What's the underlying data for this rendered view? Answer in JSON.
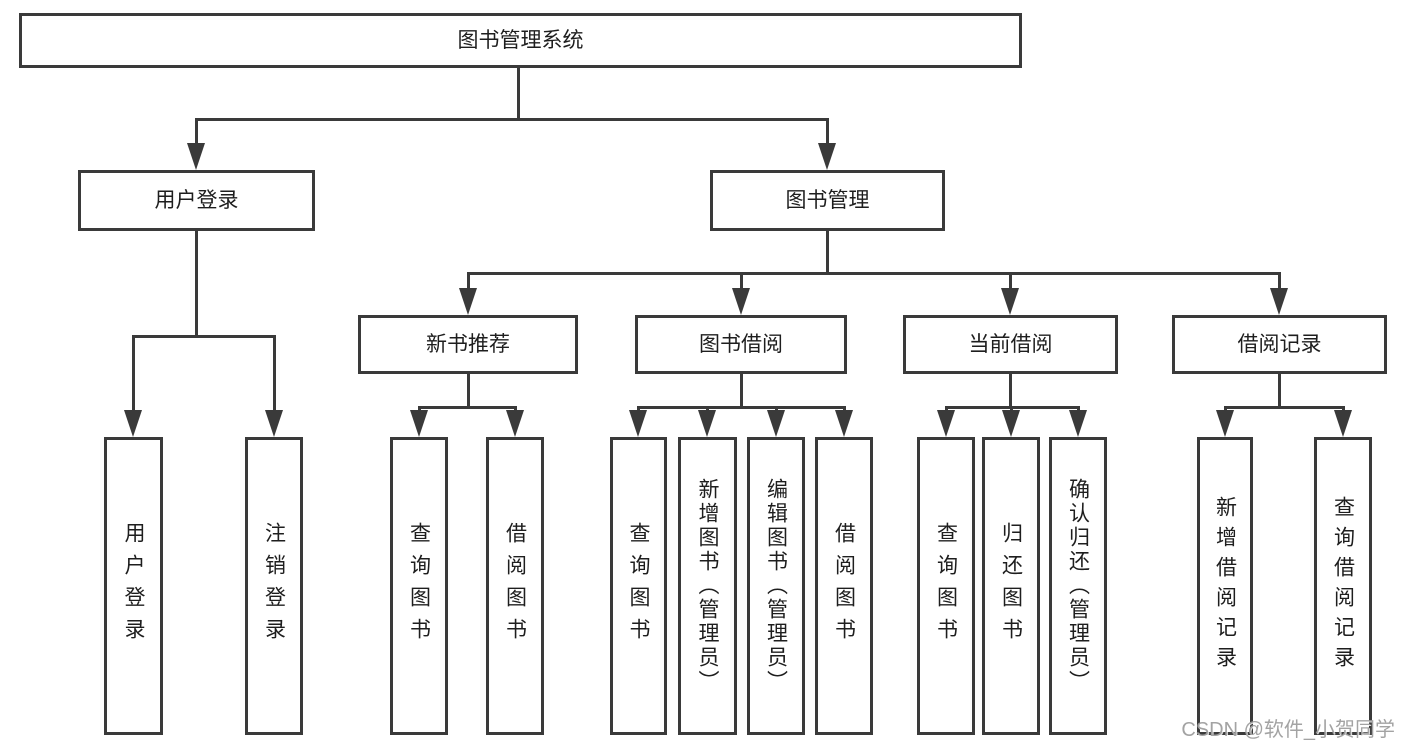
{
  "colors": {
    "line": "#3a3a3a",
    "text": "#1e1e1e",
    "watermark": "#9e9e9e",
    "background": "#ffffff"
  },
  "watermark": "CSDN @软件_小贺同学",
  "tree": {
    "label": "图书管理系统",
    "children": [
      {
        "label": "用户登录",
        "children": [
          {
            "label": "用户登录"
          },
          {
            "label": "注销登录"
          }
        ]
      },
      {
        "label": "图书管理",
        "children": [
          {
            "label": "新书推荐",
            "children": [
              {
                "label": "查询图书"
              },
              {
                "label": "借阅图书"
              }
            ]
          },
          {
            "label": "图书借阅",
            "children": [
              {
                "label": "查询图书"
              },
              {
                "label": "新增图书（管理员）"
              },
              {
                "label": "编辑图书（管理员）"
              },
              {
                "label": "借阅图书"
              }
            ]
          },
          {
            "label": "当前借阅",
            "children": [
              {
                "label": "查询图书"
              },
              {
                "label": "归还图书"
              },
              {
                "label": "确认归还（管理员）"
              }
            ]
          },
          {
            "label": "借阅记录",
            "children": [
              {
                "label": "新增借阅记录"
              },
              {
                "label": "查询借阅记录"
              }
            ]
          }
        ]
      }
    ]
  }
}
